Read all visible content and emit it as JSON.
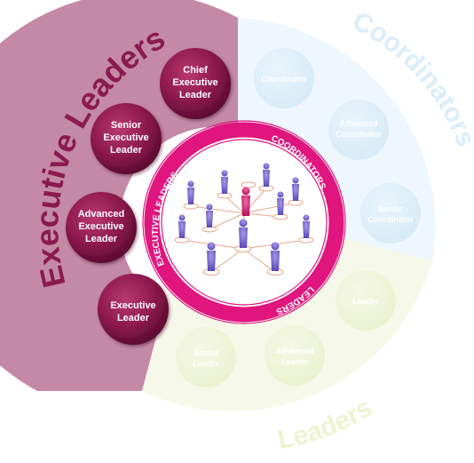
{
  "segments": {
    "executive": {
      "title": "Executive Leaders",
      "color": "#8a1a4f",
      "levels": [
        {
          "lines": [
            "Chief",
            "Executive",
            "Leader"
          ]
        },
        {
          "lines": [
            "Senior",
            "Executive",
            "Leader"
          ]
        },
        {
          "lines": [
            "Advanced",
            "Executive",
            "Leader"
          ]
        },
        {
          "lines": [
            "Executive",
            "Leader"
          ]
        }
      ]
    },
    "coordinators": {
      "title": "Coordinators",
      "color": "#d6ecf8",
      "levels": [
        {
          "lines": [
            "Coordinator"
          ]
        },
        {
          "lines": [
            "Advanced",
            "Coordinator"
          ]
        },
        {
          "lines": [
            "Senior",
            "Coordinator"
          ]
        }
      ]
    },
    "leaders": {
      "title": "Leaders",
      "color": "#eef4d6",
      "levels": [
        {
          "lines": [
            "Leader"
          ]
        },
        {
          "lines": [
            "Advanced",
            "Leader"
          ]
        },
        {
          "lines": [
            "Senior",
            "Leader"
          ]
        }
      ]
    }
  },
  "center": {
    "ring_color": "#e0157e",
    "labels": {
      "coordinators": "COORDINATORS",
      "leaders": "LEADERS",
      "executive": "EXECUTIVE LEADERS"
    },
    "people_icon": "person-network-icon"
  }
}
